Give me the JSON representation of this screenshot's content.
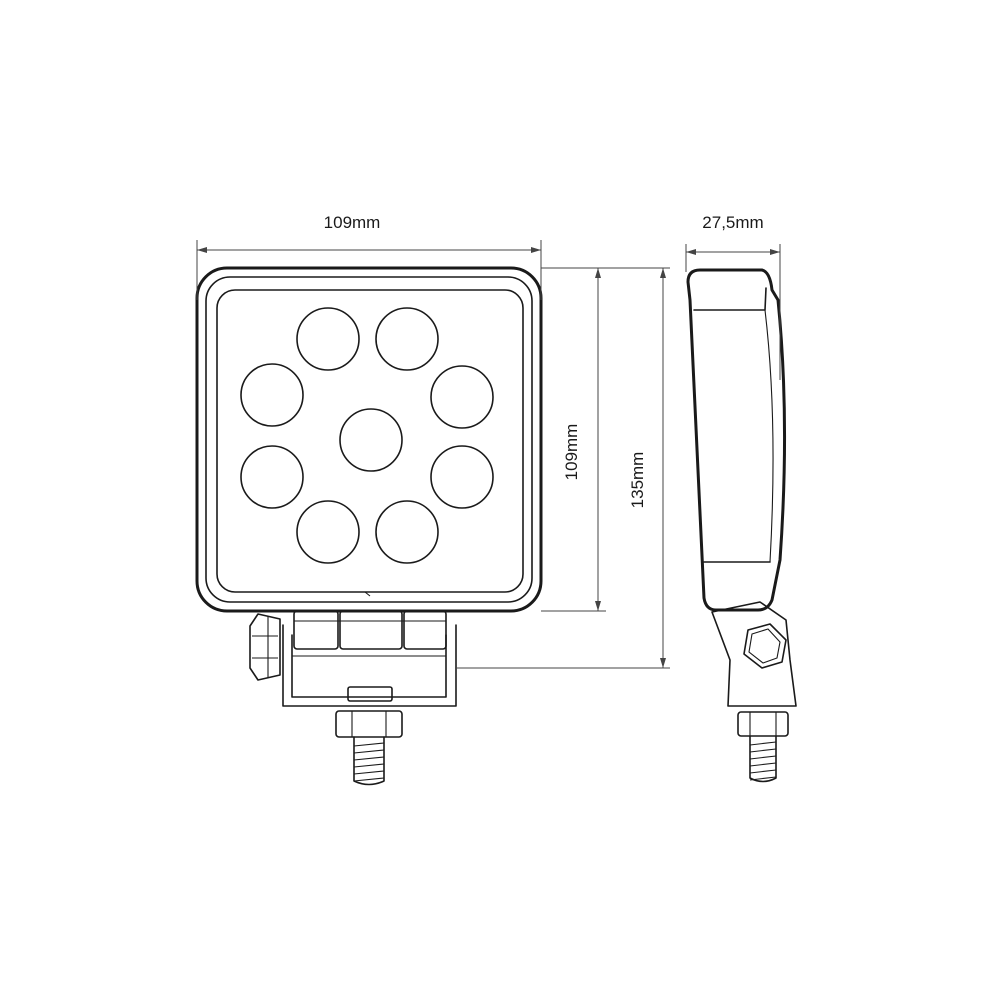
{
  "dimensions": {
    "front_width": "109mm",
    "side_depth": "27,5mm",
    "housing_height": "109mm",
    "total_height": "135mm"
  },
  "front_view": {
    "led_count": 9
  }
}
